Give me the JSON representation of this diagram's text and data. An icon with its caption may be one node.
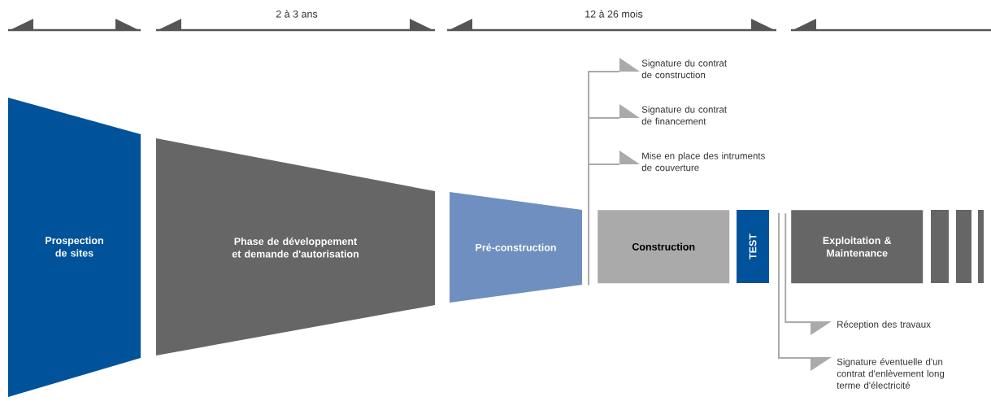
{
  "diagram": {
    "nodes": [
      {
        "text": [
          "Prospection de sites"
        ]
      },
      {
        "text": [
          "Phase de développement et demande d'autorisation"
        ]
      },
      {
        "text": [
          "Pré-construction"
        ]
      },
      {
        "text": [
          "Construction"
        ]
      },
      {
        "text": [
          "TEST"
        ]
      },
      {
        "text": [
          "Exploitation & Maintenance"
        ]
      },
      {
        "text": [],
        "shape": "bar"
      },
      {
        "text": [],
        "shape": "bar"
      },
      {
        "text": [],
        "shape": "bar"
      },
      {
        "text": [
          "Signature du contrat de construction"
        ]
      },
      {
        "text": [
          "Signature du contrat de financement"
        ]
      },
      {
        "text": [
          "Mise en place des intruments de couverture"
        ]
      },
      {
        "text": [
          "Réception des travaux"
        ]
      },
      {
        "text": [
          "Signature éventuelle d'un contrat d'enlèvement long terme d'électricité"
        ]
      }
    ],
    "edges": [
      {
        "from": 3,
        "to": 9,
        "arrow": "to"
      },
      {
        "from": 3,
        "to": 10,
        "arrow": "to"
      },
      {
        "from": 3,
        "to": 11,
        "arrow": "to"
      },
      {
        "from": 5,
        "to": 12,
        "arrow": "to"
      },
      {
        "from": 4,
        "to": 13,
        "arrow": "to"
      }
    ],
    "labels": [
      "2 à 3 ans",
      "12 à 26 mois"
    ]
  }
}
